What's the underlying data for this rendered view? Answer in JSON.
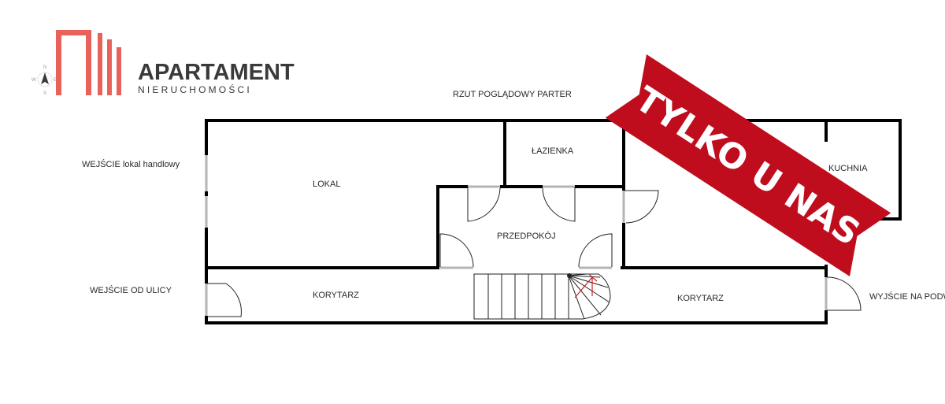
{
  "logo": {
    "name": "APARTAMENT",
    "tagline": "NIERUCHOMOŚCI",
    "brand_color": "#e8625a",
    "compass": {
      "n": "N",
      "e": "E",
      "s": "S",
      "w": "W"
    }
  },
  "plan": {
    "title": "RZUT POGLĄDOWY PARTER",
    "wall_color": "#000000",
    "door_color": "#b4b4b4",
    "rooms": {
      "lokal": "LOKAL",
      "lazienka": "ŁAZIENKA",
      "przedpokoj": "PRZEDPOKÓJ",
      "kuchnia": "KUCHNIA",
      "korytarz_left": "KORYTARZ",
      "korytarz_right": "KORYTARZ"
    },
    "labels": {
      "entrance_shop": "WEJŚCIE lokal handlowy",
      "entrance_street": "WEJŚCIE OD ULICY",
      "exit_yard": "WYJŚCIE NA PODWÓRKO"
    }
  },
  "banner": {
    "text": "TYLKO U NAS",
    "color": "#c00d1e"
  }
}
